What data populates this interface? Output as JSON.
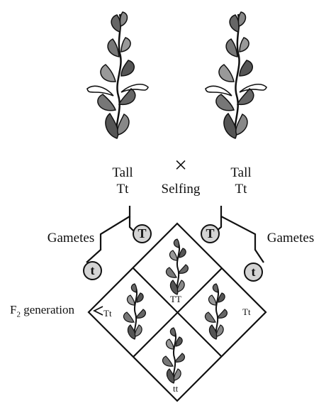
{
  "parents": {
    "left": {
      "trait": "Tall",
      "genotype": "Tt"
    },
    "right": {
      "trait": "Tall",
      "genotype": "Tt"
    }
  },
  "cross": {
    "symbol": "×",
    "label": "Selfing"
  },
  "gametes": {
    "left_label": "Gametes",
    "right_label": "Gametes",
    "left_dominant": "T",
    "left_recessive": "t",
    "right_dominant": "T",
    "right_recessive": "t"
  },
  "f2": {
    "label_prefix": "F",
    "label_sub": "2",
    "label_suffix": " generation",
    "cells": {
      "top": "TT",
      "left": "Tt",
      "right": "Tt",
      "bottom": "tt"
    }
  }
}
